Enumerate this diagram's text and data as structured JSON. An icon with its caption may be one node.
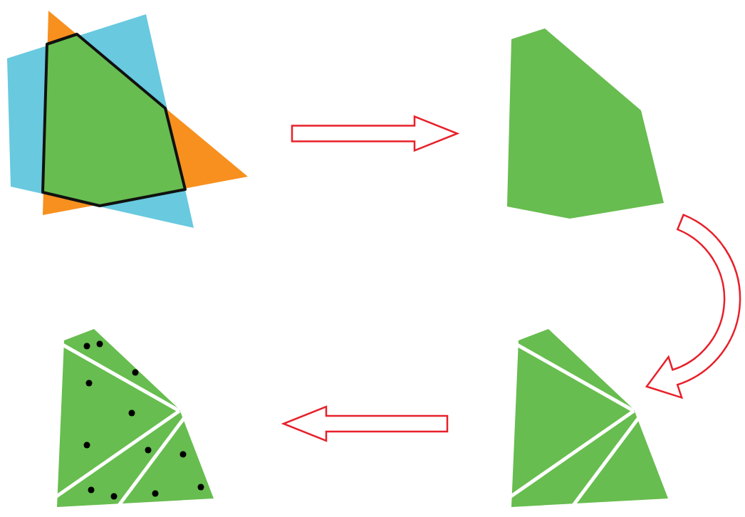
{
  "diagram": {
    "nodes": [
      {
        "text": [],
        "shape": "picture"
      },
      {
        "text": [],
        "shape": "picture"
      },
      {
        "text": [],
        "shape": "picture"
      },
      {
        "text": [],
        "shape": "picture"
      }
    ],
    "edges": [
      {
        "from": 0,
        "to": 1,
        "arrow": "to",
        "color": "#e8202a"
      },
      {
        "from": 1,
        "to": 3,
        "arrow": "to",
        "color": "#e8202a"
      },
      {
        "from": 3,
        "to": 2,
        "arrow": "to",
        "color": "#e8202a"
      }
    ]
  }
}
